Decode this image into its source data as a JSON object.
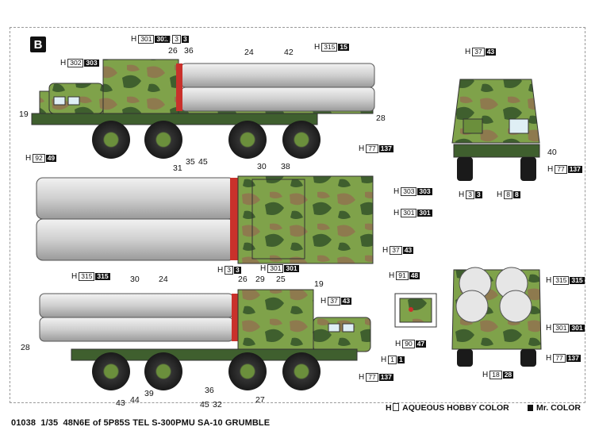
{
  "section_label": "B",
  "callouts": [
    {
      "id": "c1",
      "h": "H",
      "w": "301",
      "b": "301"
    },
    {
      "id": "c2",
      "h": "H",
      "w": "3",
      "b": "3"
    },
    {
      "id": "c3",
      "h": "H",
      "w": "302",
      "b": "303"
    },
    {
      "id": "c4",
      "h": "H",
      "w": "315",
      "b": "15"
    },
    {
      "id": "c5",
      "h": "H",
      "w": "92",
      "b": "49"
    },
    {
      "id": "c6",
      "h": "H",
      "w": "77",
      "b": "137"
    },
    {
      "id": "c7",
      "h": "H",
      "w": "37",
      "b": "43"
    },
    {
      "id": "c8",
      "h": "H",
      "w": "77",
      "b": "137"
    },
    {
      "id": "c9",
      "h": "H",
      "w": "3",
      "b": "3"
    },
    {
      "id": "c10",
      "h": "H",
      "w": "8",
      "b": "8"
    },
    {
      "id": "c11",
      "h": "H",
      "w": "303",
      "b": "303"
    },
    {
      "id": "c12",
      "h": "H",
      "w": "301",
      "b": "301"
    },
    {
      "id": "c13",
      "h": "H",
      "w": "37",
      "b": "43"
    },
    {
      "id": "c14",
      "h": "H",
      "w": "315",
      "b": "315"
    },
    {
      "id": "c15",
      "h": "H",
      "w": "3",
      "b": "3"
    },
    {
      "id": "c16",
      "h": "H",
      "w": "301",
      "b": "301"
    },
    {
      "id": "c17",
      "h": "H",
      "w": "37",
      "b": "43"
    },
    {
      "id": "c18",
      "h": "H",
      "w": "91",
      "b": "48"
    },
    {
      "id": "c19",
      "h": "H",
      "w": "90",
      "b": "47"
    },
    {
      "id": "c20",
      "h": "H",
      "w": "1",
      "b": "1"
    },
    {
      "id": "c21",
      "h": "H",
      "w": "77",
      "b": "137"
    },
    {
      "id": "c22",
      "h": "H",
      "w": "315",
      "b": "315"
    },
    {
      "id": "c23",
      "h": "H",
      "w": "301",
      "b": "301"
    },
    {
      "id": "c24",
      "h": "H",
      "w": "77",
      "b": "137"
    },
    {
      "id": "c25",
      "h": "H",
      "w": "18",
      "b": "28"
    }
  ],
  "part_numbers": {
    "p26a": "26",
    "p36a": "36",
    "p24a": "24",
    "p42": "42",
    "p19a": "19",
    "p28a": "28",
    "p31": "31",
    "p35": "35",
    "p45a": "45",
    "p30a": "30",
    "p38": "38",
    "p40": "40",
    "p26b": "26",
    "p29": "29",
    "p25": "25",
    "p30b": "30",
    "p24b": "24",
    "p19b": "19",
    "p28b": "28",
    "p43": "43",
    "p44": "44",
    "p39": "39",
    "p45b": "45",
    "p36b": "36",
    "p32": "32",
    "p27": "27"
  },
  "footer": {
    "code": "01038",
    "scale": "1/35",
    "title": "48N6E of 5P85S TEL S-300PMU SA-10 GRUMBLE"
  },
  "legend": {
    "aqueous_prefix": "H",
    "aqueous_label": "AQUEOUS HOBBY COLOR",
    "mr_color_label": "Mr. COLOR"
  },
  "colors": {
    "camo_light": "#7fa24a",
    "camo_mid": "#8e7a4e",
    "camo_dark": "#3f5f2e",
    "tube": "#d9d9d9",
    "marker_red": "#c9312b"
  }
}
